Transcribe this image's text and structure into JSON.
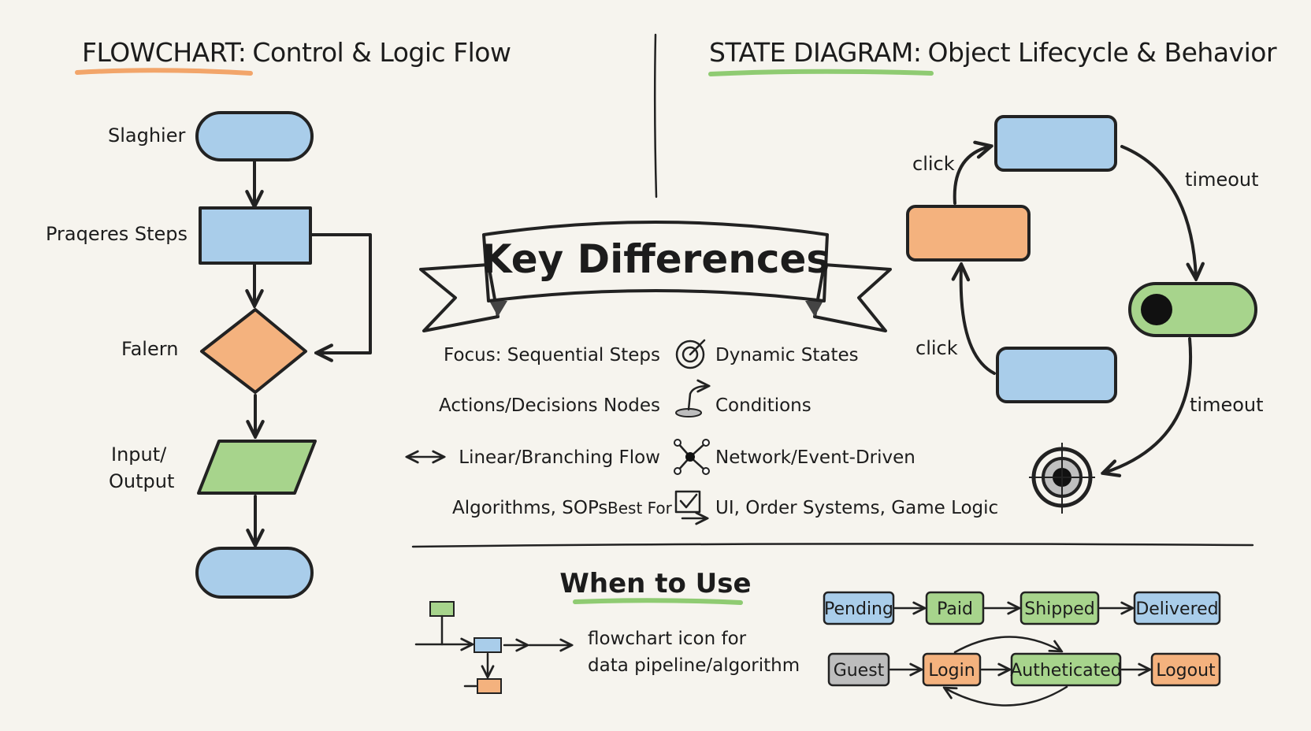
{
  "colors": {
    "blue": "#a9cdea",
    "orange": "#f4b27e",
    "green": "#a7d48c",
    "gray": "#bdbdbd",
    "paper": "#f6f4ee",
    "ink": "#222222",
    "underline_orange": "#f2a56a",
    "underline_green": "#8fcb72"
  },
  "flowchart": {
    "title_bold": "FLOWCHART:",
    "title_rest": "Control & Logic Flow",
    "labels": {
      "start": "Slaghier",
      "process": "Praqeres Steps",
      "decision": "Falern",
      "io_line1": "Input/",
      "io_line2": "Output"
    }
  },
  "state_diagram": {
    "title_bold": "STATE DIAGRAM:",
    "title_rest": "Object Lifecycle & Behavior",
    "labels": {
      "click_top": "click",
      "click_bottom": "click",
      "timeout_top": "timeout",
      "timeout_bottom": "timeout"
    }
  },
  "key_differences": {
    "banner": "Key Differences",
    "rows": [
      {
        "left": "Focus: Sequential Steps",
        "icon": "target-icon",
        "right": "Dynamic States"
      },
      {
        "left": "Actions/Decisions  Nodes",
        "icon": "joystick-icon",
        "right": "Conditions"
      },
      {
        "left": "Linear/Branching   Flow",
        "icon": "network-icon",
        "right": "Network/Event-Driven"
      },
      {
        "left": "Algorithms, SOPs",
        "mid": "Best For",
        "icon": "checklist-icon",
        "right": "UI, Order Systems, Game Logic"
      }
    ],
    "left_arrow_icon": "bidirectional-arrow-icon"
  },
  "when_to_use": {
    "title": "When to Use",
    "flow_caption_line1": "flowchart icon for",
    "flow_caption_line2": "data pipeline/algorithm",
    "order_states": [
      "Pending",
      "Paid",
      "Shipped",
      "Delivered"
    ],
    "auth_states": [
      "Guest",
      "Login",
      "Autheticated",
      "Logout"
    ]
  }
}
